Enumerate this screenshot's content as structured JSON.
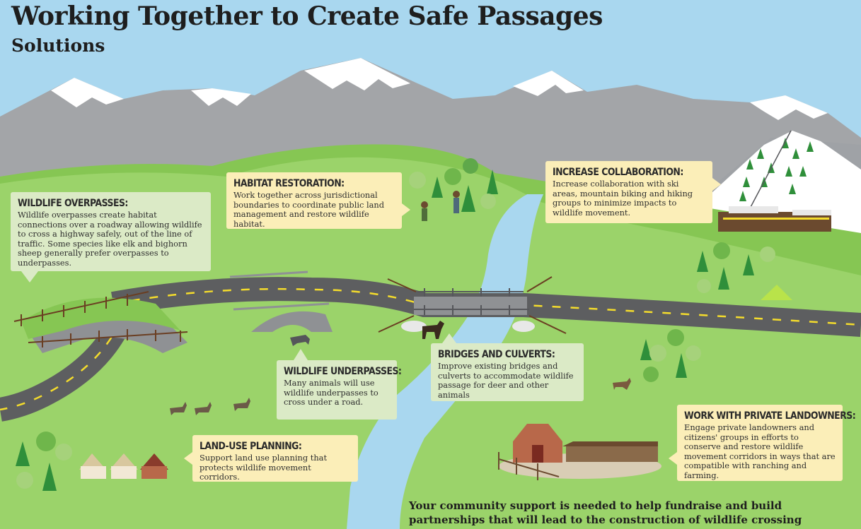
{
  "header": {
    "title": "Working Together to Create Safe Passages",
    "subtitle": "Solutions"
  },
  "callouts": {
    "overpasses": {
      "heading": "WILDLIFE OVERPASSES:",
      "body": "Wildlife overpasses create habitat connections over a roadway allowing wildlife to cross a highway safely, out of the line of traffic. Some species like elk and bighorn sheep generally prefer overpasses to underpasses."
    },
    "habitat": {
      "heading": "HABITAT RESTORATION:",
      "body": "Work together across jurisdictional boundaries to coordinate public land management and restore wildlife habitat."
    },
    "collaboration": {
      "heading": "INCREASE COLLABORATION:",
      "body": "Increase collaboration with ski areas, mountain biking and hiking groups to minimize impacts to wildlife movement."
    },
    "underpasses": {
      "heading": "WILDLIFE UNDERPASSES:",
      "body": "Many animals will use wildlife underpasses to cross under a road."
    },
    "bridges": {
      "heading": "BRIDGES AND CULVERTS:",
      "body": "Improve existing bridges and culverts to accommodate wildlife passage for deer and other animals"
    },
    "landuse": {
      "heading": "LAND-USE PLANNING:",
      "body": "Support land use planning that protects wildlife movement corridors."
    },
    "landowners": {
      "heading": "WORK WITH PRIVATE LANDOWNERS:",
      "body": "Engage private landowners and citizens' groups in efforts to conserve and restore wildlife movement corridors in ways that are compatible with ranching and farming."
    }
  },
  "footer": {
    "text": "Your community support is needed to help fundraise and build partnerships that will lead to the construction of wildlife crossing structures."
  },
  "colors": {
    "sky": "#a9d7ef",
    "mountain": "#a3a5a8",
    "snow": "#ffffff",
    "grass": "#9bd36a",
    "grass_dark": "#86c653",
    "road": "#5d5e60",
    "road_line": "#f4dc2c",
    "river": "#a9d7ef",
    "callout_yellow": "#fbeeb8",
    "callout_green": "#dbeac6"
  }
}
